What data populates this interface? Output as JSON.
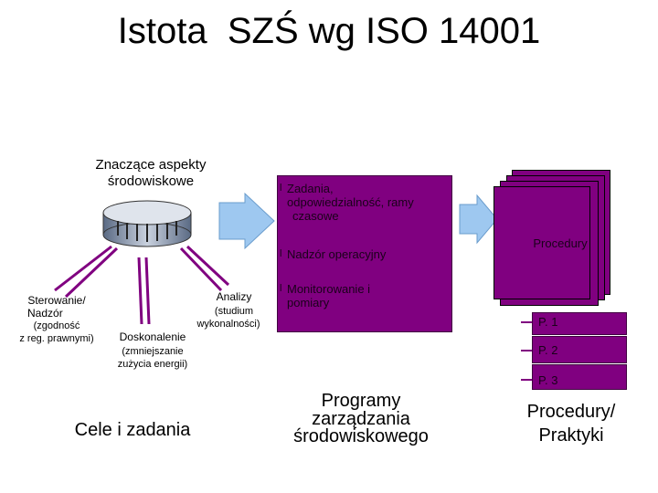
{
  "title": "Istota  SZŚ wg ISO 14001",
  "aspects_label_line1": "Znaczące aspekty",
  "aspects_label_line2": "środowiskowe",
  "left_labels": {
    "sterowanie_l1": "Sterowanie/",
    "sterowanie_l2": "Nadzór",
    "sterowanie_l3": "(zgodność",
    "sterowanie_l4": "z reg. prawnymi)",
    "doskonalenie_l1": "Doskonalenie",
    "doskonalenie_l2": "(zmniejszanie",
    "doskonalenie_l3": "zużycia energii)",
    "analizy_l1": "Analizy",
    "analizy_l2": "(studium",
    "analizy_l3": "wykonalności)"
  },
  "cele": "Cele i zadania",
  "main_box": {
    "bullet": "l",
    "item1_l1": "Zadania,",
    "item1_l2": "odpowiedzialność, ramy",
    "item1_l3": "czasowe",
    "item2": "Nadzór operacyjny",
    "item3_l1": "Monitorowanie i",
    "item3_l2": "pomiary"
  },
  "programy_l1": "Programy",
  "programy_l2": "zarządzania",
  "programy_l3": "środowiskowego",
  "procedury_stack": "Procedury",
  "p_boxes": [
    "P. 1",
    "P. 2",
    "P. 3"
  ],
  "procedury_praktyki_l1": "Procedury/",
  "procedury_praktyki_l2": "Praktyki",
  "colors": {
    "purple": "#800080",
    "arrow_blue": "#9ec8f0"
  }
}
